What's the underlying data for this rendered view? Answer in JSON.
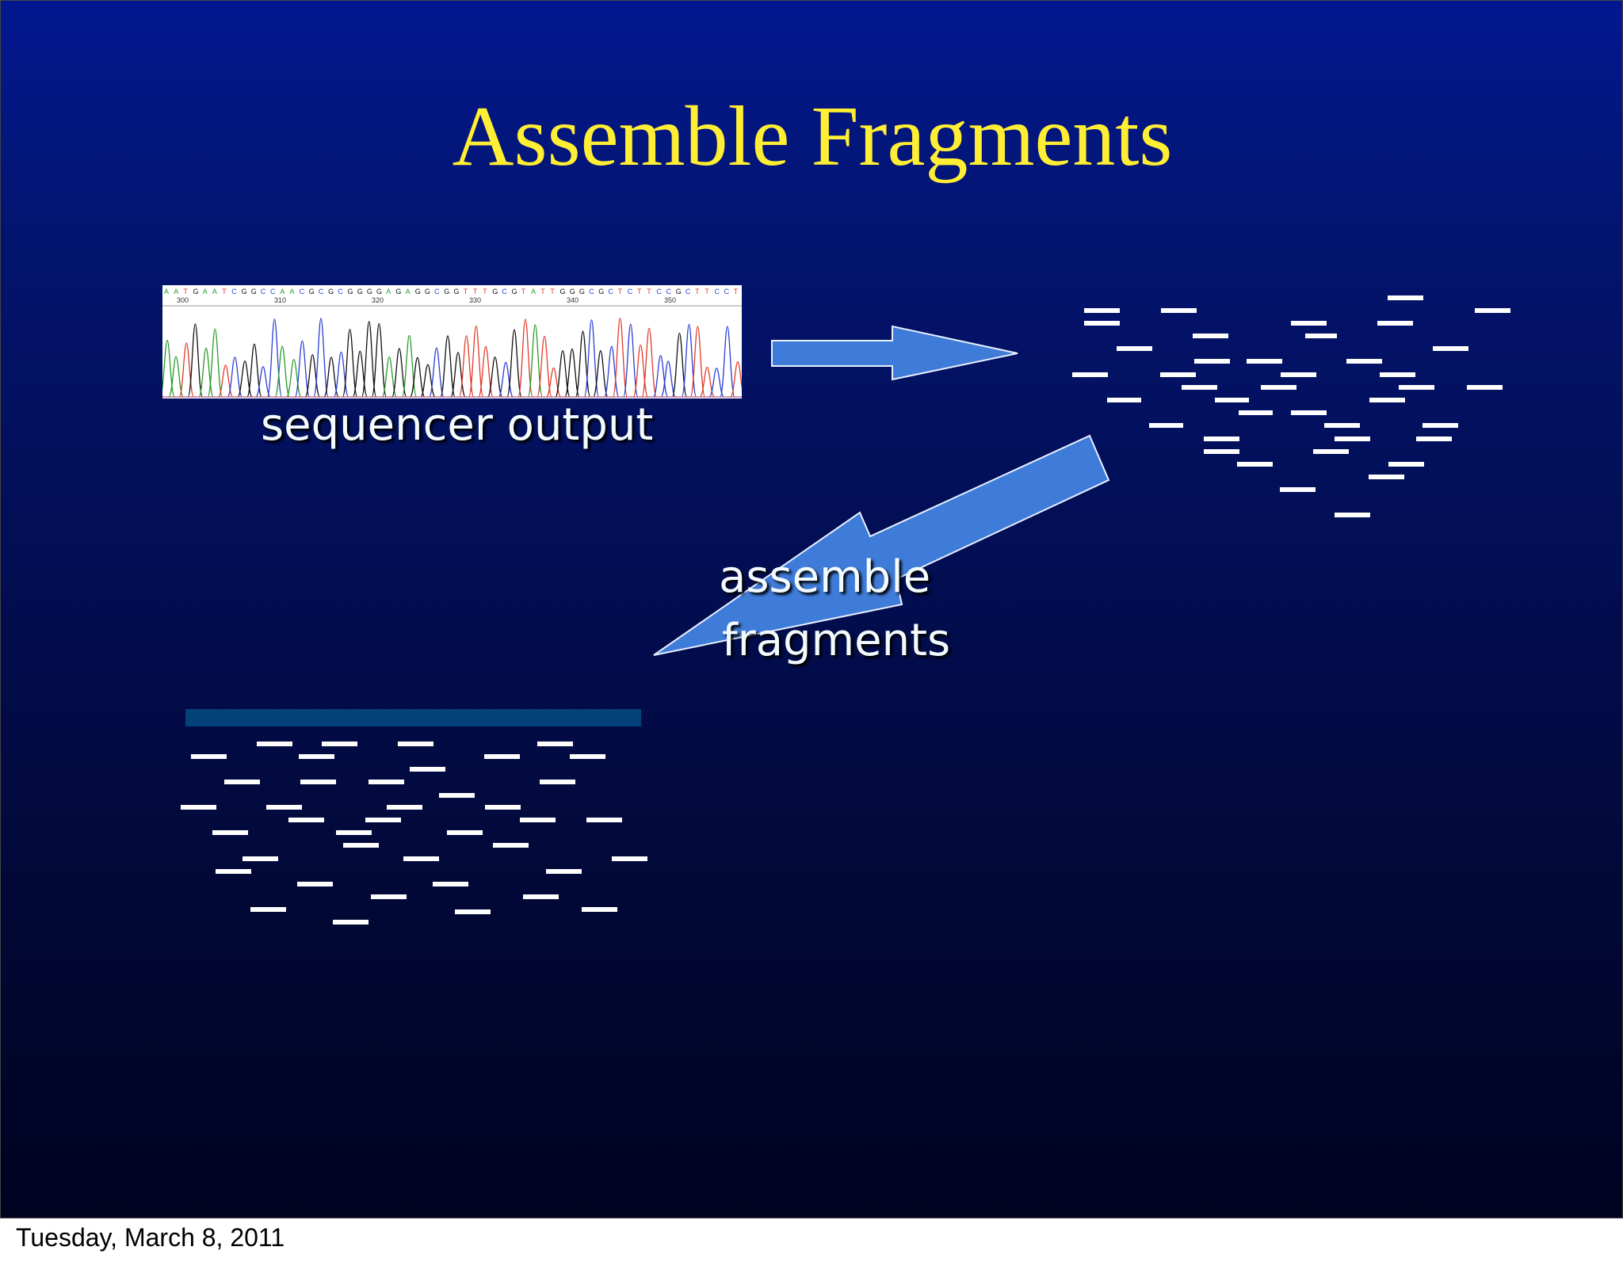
{
  "slide": {
    "title": "Assemble Fragments",
    "title_color": "#ffee33",
    "background_top": "#031890",
    "background_bottom": "#000220"
  },
  "sequencer": {
    "bases": "AATGAATCGGCCAACGCGCGGGGAGAGGCGGTTTGCGTATTGGGCGCTCTTCCGCTTCCT",
    "positions": [
      "300",
      "310",
      "320",
      "330",
      "340",
      "350"
    ],
    "label": "sequencer output",
    "base_colors": {
      "A": "#2a9d2a",
      "C": "#2a3fd6",
      "G": "#111111",
      "T": "#e23b2b"
    }
  },
  "arrows": {
    "color": "#3f7bd8",
    "step1_label": "",
    "step2_label_line1": "assemble",
    "step2_label_line2": "fragments"
  },
  "assembled": {
    "bar_color": "#034279"
  },
  "footer": {
    "date": "Tuesday, March 8, 2011"
  }
}
